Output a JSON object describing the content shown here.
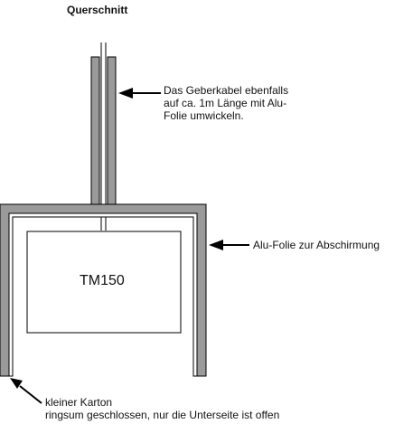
{
  "title": "Querschnitt",
  "labels": {
    "cable_note": "Das Geberkabel ebenfalls\nauf ca. 1m Länge mit Alu-\nFolie umwickeln.",
    "foil_note": "Alu-Folie zur Abschirmung",
    "box_note": "kleiner Karton\nringsum geschlossen, nur die Unterseite ist offen",
    "device": "TM150"
  },
  "colors": {
    "foil_fill": "#9a9a9a",
    "outline": "#000000",
    "background": "#ffffff"
  }
}
